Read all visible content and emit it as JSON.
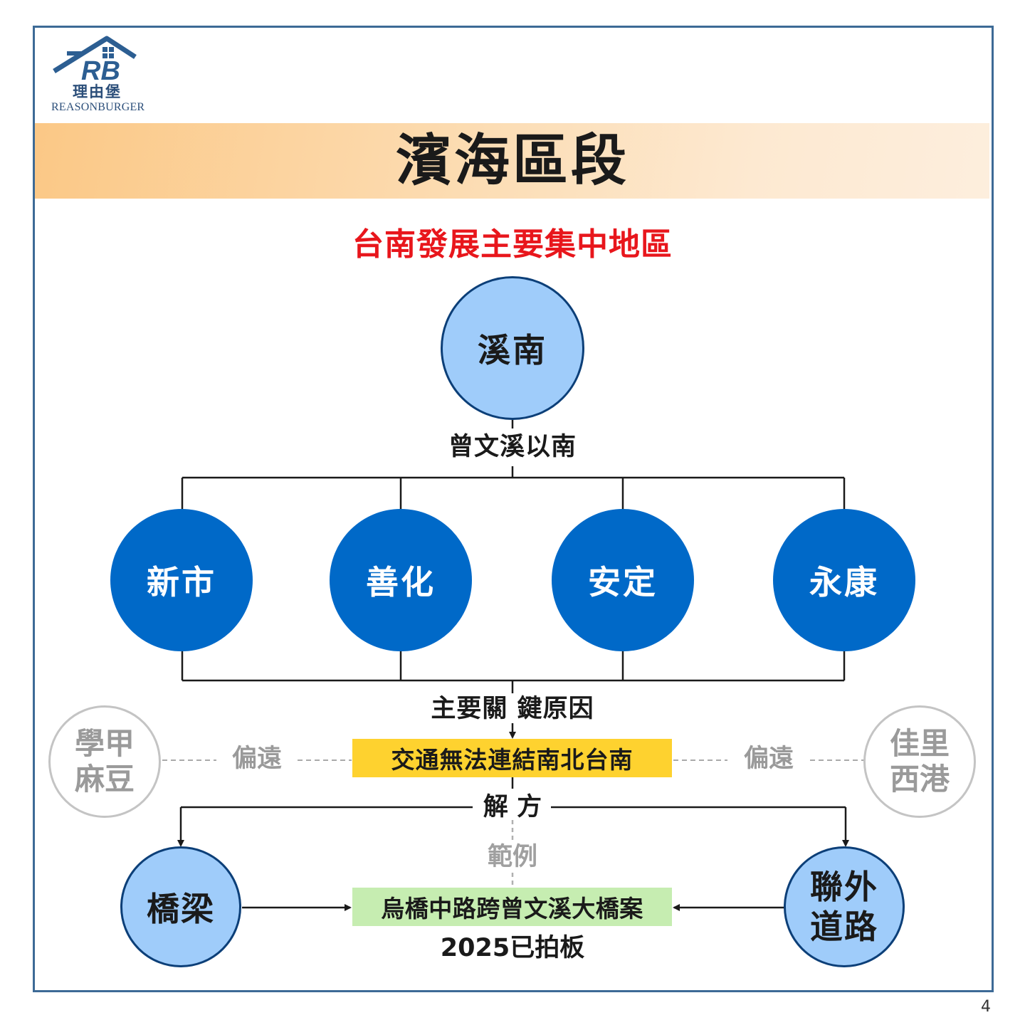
{
  "logo": {
    "mark": "RB",
    "name_cn": "理由堡",
    "name_en": "REASONBURGER"
  },
  "title": "濱海區段",
  "subtitle": "台南發展主要集中地區",
  "top_node": "溪南",
  "top_edge_label": "曾文溪以南",
  "districts": [
    "新市",
    "善化",
    "安定",
    "永康"
  ],
  "reason_label": "主要關 鍵原因",
  "problem": "交通無法連結南北台南",
  "far_left": {
    "label": "偏遠",
    "node_line1": "學甲",
    "node_line2": "麻豆"
  },
  "far_right": {
    "label": "偏遠",
    "node_line1": "佳里",
    "node_line2": "西港"
  },
  "solution_label": "解 方",
  "example_label": "範例",
  "solutions": {
    "left": "橋梁",
    "right_line1": "聯外",
    "right_line2": "道路"
  },
  "project": "烏橋中路跨曾文溪大橋案",
  "project_status": "2025已拍板",
  "page_number": "4",
  "colors": {
    "frame": "#3d6a96",
    "light_circle": "#9fccfa",
    "light_circle_border": "#0c3f78",
    "dark_circle": "#0069c8",
    "highlight_yellow": "#fed22f",
    "highlight_green": "#c6edb1",
    "subtitle_red": "#e8161c",
    "muted_grey": "#9a9a9a"
  }
}
